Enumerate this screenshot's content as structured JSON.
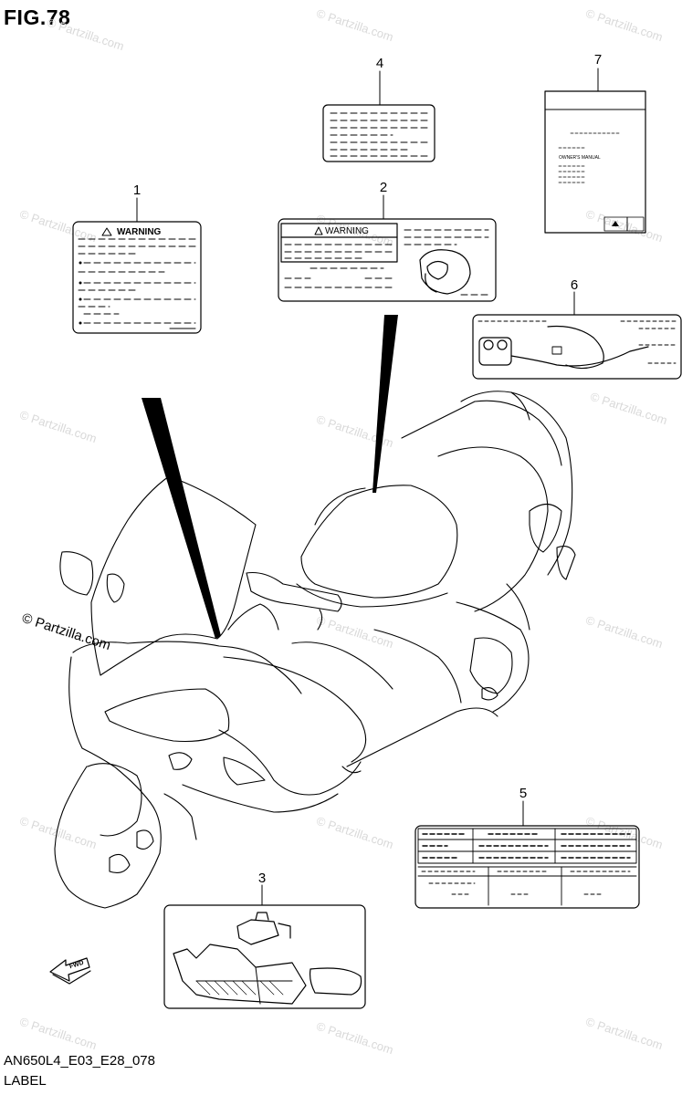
{
  "figure": {
    "title": "FIG.78",
    "code": "AN650L4_E03_E28_078",
    "name": "LABEL"
  },
  "callouts": [
    {
      "id": "c1",
      "number": "1"
    },
    {
      "id": "c2",
      "number": "2"
    },
    {
      "id": "c3",
      "number": "3"
    },
    {
      "id": "c4",
      "number": "4"
    },
    {
      "id": "c5",
      "number": "5"
    },
    {
      "id": "c6",
      "number": "6"
    },
    {
      "id": "c7",
      "number": "7"
    }
  ],
  "labels": {
    "warning_text": "WARNING",
    "manual_title": "OWNER'S MANUAL",
    "front_arrow": "FWD"
  },
  "watermark": {
    "text": "© Partzilla.com"
  },
  "colors": {
    "line": "#000000",
    "watermark": "#d9d9d9"
  }
}
